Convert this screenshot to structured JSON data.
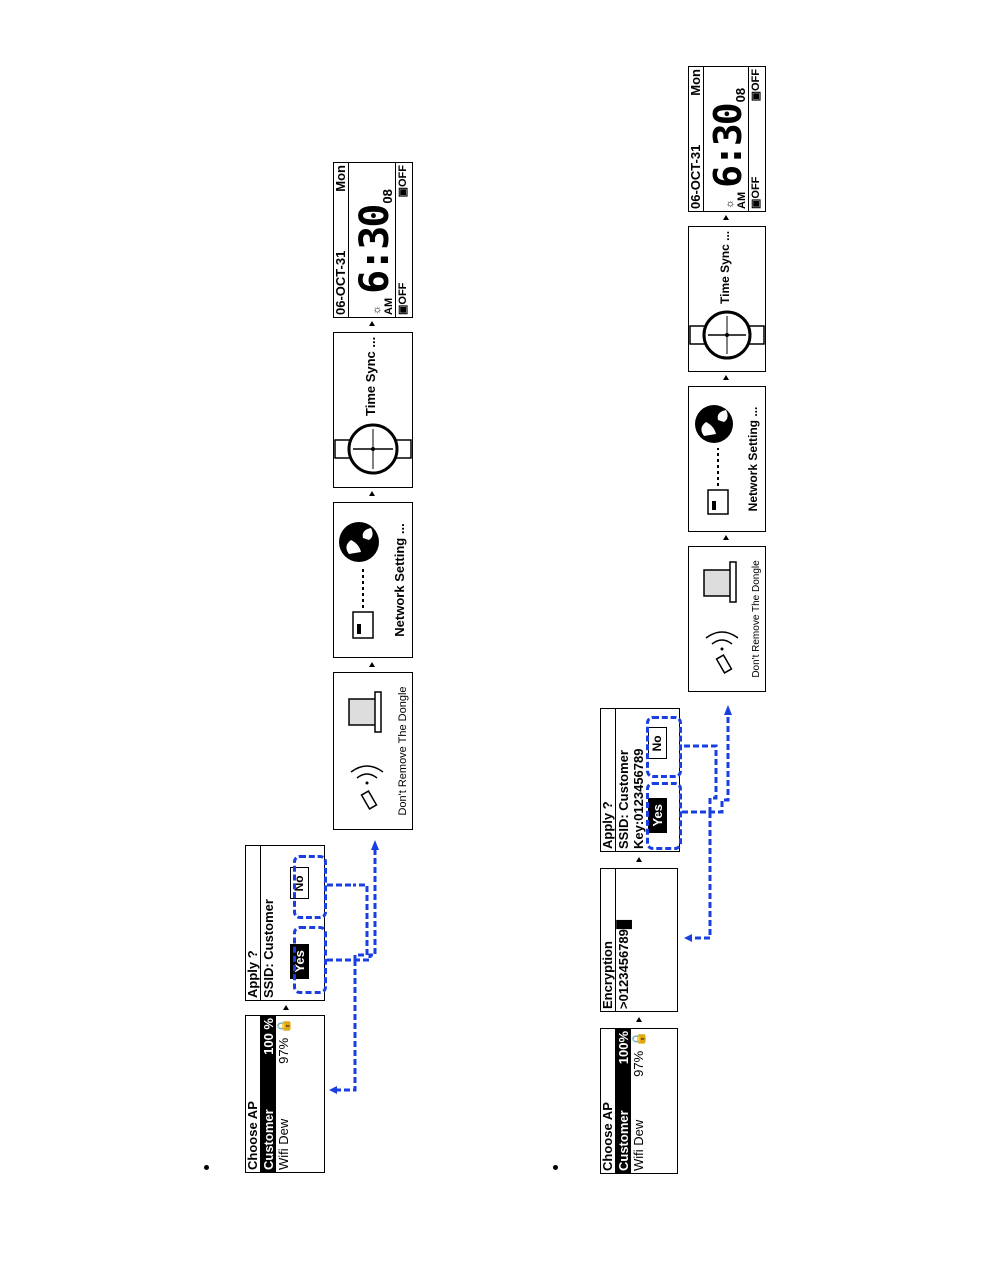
{
  "flows": [
    {
      "choose_ap": {
        "title": "Choose AP",
        "items": [
          {
            "name": "Customer",
            "signal": "100 %"
          },
          {
            "name": "Wifi Dew",
            "signal": "97%"
          }
        ]
      },
      "apply": {
        "title": "Apply ?",
        "ssid": "SSID: Customer",
        "yes": "Yes",
        "no": "No"
      },
      "dongle": {
        "caption": "Don't Remove The Dongle"
      },
      "network": {
        "caption": "Network Setting ..."
      },
      "timesync": {
        "caption": "Time Sync ..."
      },
      "clock": {
        "date": "06-OCT-31",
        "day": "Mon",
        "time": "6:30",
        "seconds": "08",
        "ampm": "AM",
        "alarm1": "OFF",
        "alarm2": "OFF"
      }
    },
    {
      "choose_ap": {
        "title": "Choose AP",
        "items": [
          {
            "name": "Customer",
            "signal": "100%"
          },
          {
            "name": "Wifi Dew",
            "signal": "97%"
          }
        ]
      },
      "encryption": {
        "title": "Encryption",
        "value": ">0123456789"
      },
      "apply": {
        "title": "Apply ?",
        "ssid": "SSID: Customer",
        "key": "Key:0123456789",
        "yes": "Yes",
        "no": "No"
      },
      "dongle": {
        "caption": "Don't Remove The Dongle"
      },
      "network": {
        "caption": "Network Setting ..."
      },
      "timesync": {
        "caption": "Time Sync ..."
      },
      "clock": {
        "date": "06-OCT-31",
        "day": "Mon",
        "time": "6:30",
        "seconds": "08",
        "ampm": "AM",
        "alarm1": "OFF",
        "alarm2": "OFF"
      }
    }
  ],
  "colors": {
    "dash": "#1a3fe0"
  }
}
